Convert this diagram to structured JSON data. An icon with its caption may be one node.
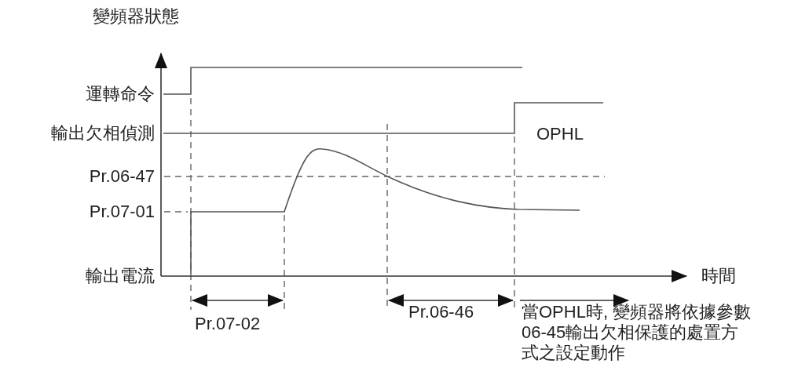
{
  "diagram": {
    "labels": [
      "變頻器狀態",
      "運轉命令",
      "輸出欠相偵測",
      "OPHL",
      "Pr.06-47",
      "Pr.07-01",
      "輸出電流",
      "時間",
      "Pr.07-02",
      "Pr.06-46",
      "當OPHL時, 變頻器將依據參數06-45輸出欠相保護的處置方式之設定動作"
    ]
  }
}
